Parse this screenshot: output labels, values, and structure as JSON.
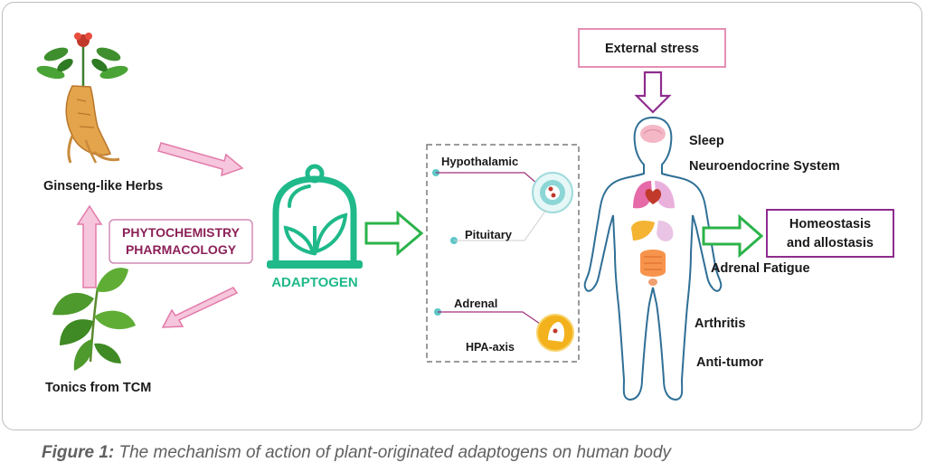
{
  "herbs": {
    "ginseng_label": "Ginseng-like Herbs",
    "tonics_label": "Tonics from TCM"
  },
  "method_box": {
    "line1": "PHYTOCHEMISTRY",
    "line2": "PHARMACOLOGY"
  },
  "adaptogen_label": "ADAPTOGEN",
  "hpa": {
    "hypothalamic": "Hypothalamic",
    "pituitary": "Pituitary",
    "adrenal": "Adrenal",
    "axis": "HPA-axis"
  },
  "stress_label": "External stress",
  "effects": {
    "sleep": "Sleep",
    "neuro": "Neuroendocrine System",
    "adrenal_fatigue": "Adrenal Fatigue",
    "arthritis": "Arthritis",
    "antitumor": "Anti-tumor"
  },
  "outcome": {
    "line1": "Homeostasis",
    "line2": "and allostasis"
  },
  "caption": {
    "prefix": "Figure 1:",
    "text": " The mechanism of action of plant-originated adaptogens on human body"
  },
  "colors": {
    "pink_arrow": "#f6c6dc",
    "pink_arrow_stroke": "#e27aa9",
    "green": "#1fb98a",
    "green_arrow": "#2bb34a",
    "purple": "#8e2c8e",
    "maroon": "#8b2057",
    "teal_dot": "#5cc6c6",
    "body_outline": "#2f6f96"
  }
}
